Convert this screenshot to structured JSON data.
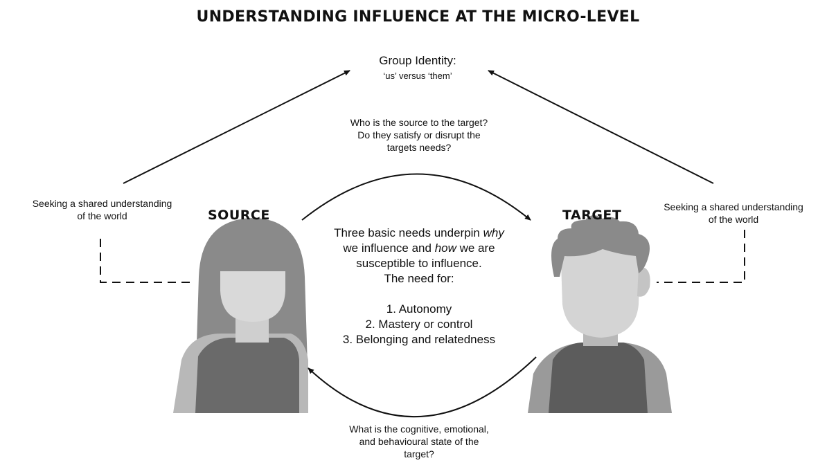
{
  "title": "UNDERSTANDING INFLUENCE AT THE MICRO-LEVEL",
  "group_identity": {
    "title": "Group Identity:",
    "subtitle": "‘us’ versus ‘them’"
  },
  "top_question": "Who is the source to the target?\nDo they satisfy or disrupt the\ntargets needs?",
  "bottom_question": "What is the cognitive, emotional,\nand behavioural state of the\ntarget?",
  "left_label": "Seeking a shared understanding\nof the world",
  "right_label": "Seeking a shared understanding\nof the world",
  "source_label": "SOURCE",
  "target_label": "TARGET",
  "center": {
    "line1_a": "Three basic needs underpin ",
    "line1_b": "why",
    "line2_a": "we influence and ",
    "line2_b": "how",
    "line2_c": " we are",
    "line3": "susceptible to influence.",
    "line4": "The need for:",
    "needs": [
      "1. Autonomy",
      "2. Mastery or control",
      "3. Belonging and relatedness"
    ]
  },
  "colors": {
    "hair": "#8a8a8a",
    "skin": "#d4d4d4",
    "shirt": "#5f5f5f",
    "shirt_light": "#9a9a9a",
    "line": "#111111"
  }
}
